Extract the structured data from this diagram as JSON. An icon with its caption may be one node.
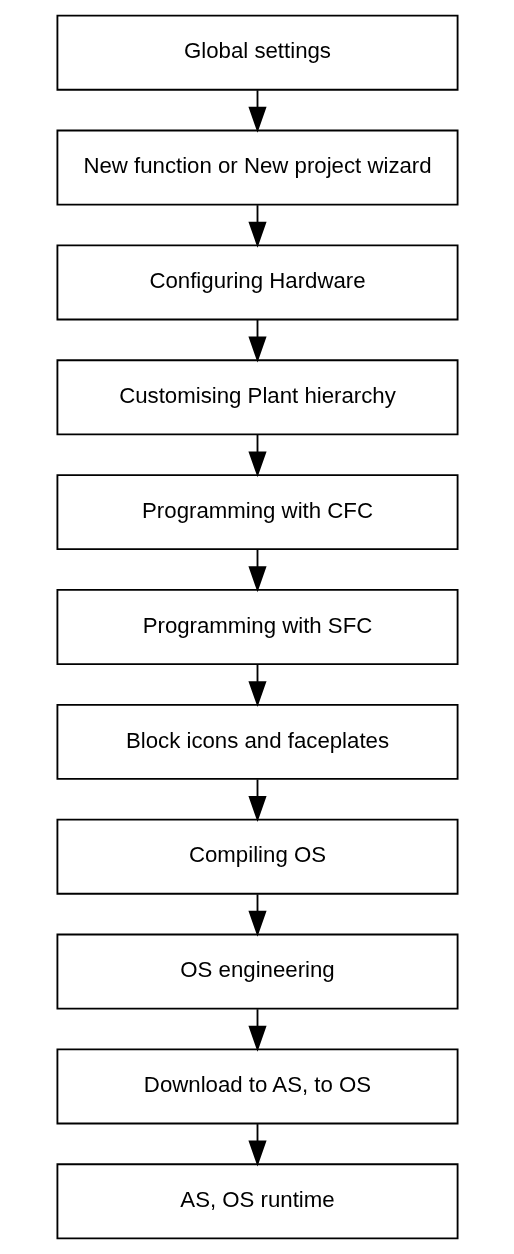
{
  "diagram": {
    "nodes": [
      {
        "text": [
          "Global settings"
        ]
      },
      {
        "text": [
          "New function or New project wizard"
        ]
      },
      {
        "text": [
          "Configuring Hardware"
        ]
      },
      {
        "text": [
          "Customising Plant hierarchy"
        ]
      },
      {
        "text": [
          "Programming with CFC"
        ]
      },
      {
        "text": [
          "Programming with SFC"
        ]
      },
      {
        "text": [
          "Block icons and faceplates"
        ]
      },
      {
        "text": [
          "Compiling OS"
        ]
      },
      {
        "text": [
          "OS engineering"
        ]
      },
      {
        "text": [
          "Download to AS, to OS"
        ]
      },
      {
        "text": [
          "AS, OS runtime"
        ]
      }
    ],
    "edges": [
      {
        "from": 0,
        "to": 1,
        "arrow": "to"
      },
      {
        "from": 1,
        "to": 2,
        "arrow": "to"
      },
      {
        "from": 2,
        "to": 3,
        "arrow": "to"
      },
      {
        "from": 3,
        "to": 4,
        "arrow": "to"
      },
      {
        "from": 4,
        "to": 5,
        "arrow": "to"
      },
      {
        "from": 5,
        "to": 6,
        "arrow": "to"
      },
      {
        "from": 6,
        "to": 7,
        "arrow": "to"
      },
      {
        "from": 7,
        "to": 8,
        "arrow": "to"
      },
      {
        "from": 8,
        "to": 9,
        "arrow": "to"
      },
      {
        "from": 9,
        "to": 10,
        "arrow": "to"
      }
    ]
  }
}
